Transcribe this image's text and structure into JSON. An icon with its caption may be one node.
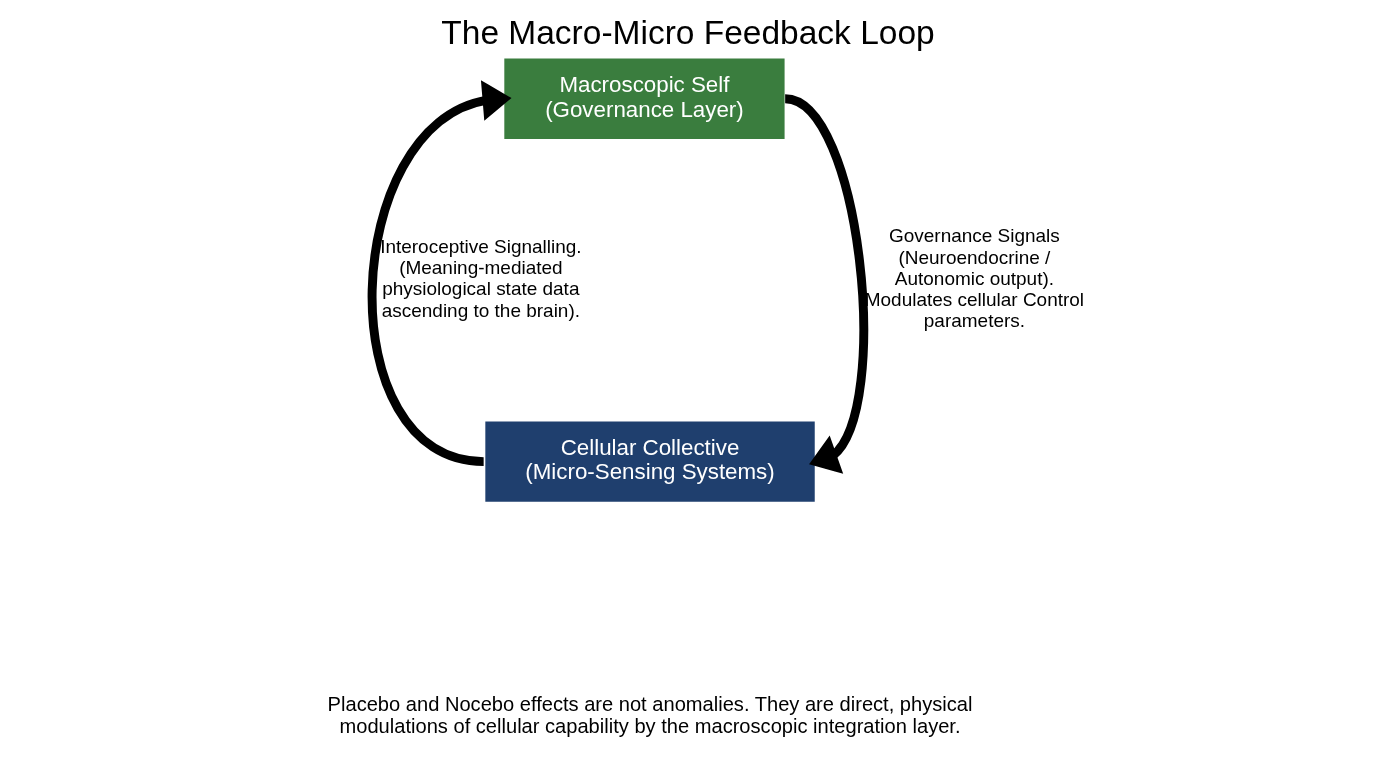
{
  "diagram": {
    "title": "The Macro-Micro Feedback Loop",
    "caption": "Placebo and Nocebo effects are not anomalies. They are direct, physical modulations of cellular capability by the macroscopic integration layer.",
    "nodes": [
      {
        "text": [
          "Macroscopic Self",
          "(Governance Layer)"
        ]
      },
      {
        "text": [
          "Cellular Collective",
          "(Micro-Sensing Systems)"
        ]
      }
    ],
    "edges": [
      {
        "from": 0,
        "to": 1,
        "arrow": "to",
        "label": "Governance Signals (Neuroendocrine / Autonomic output). Modulates cellular Control parameters."
      },
      {
        "from": 1,
        "to": 0,
        "arrow": "to",
        "label": "Interoceptive Signalling. (Meaning-mediated physiological state data ascending to the brain)."
      }
    ]
  }
}
